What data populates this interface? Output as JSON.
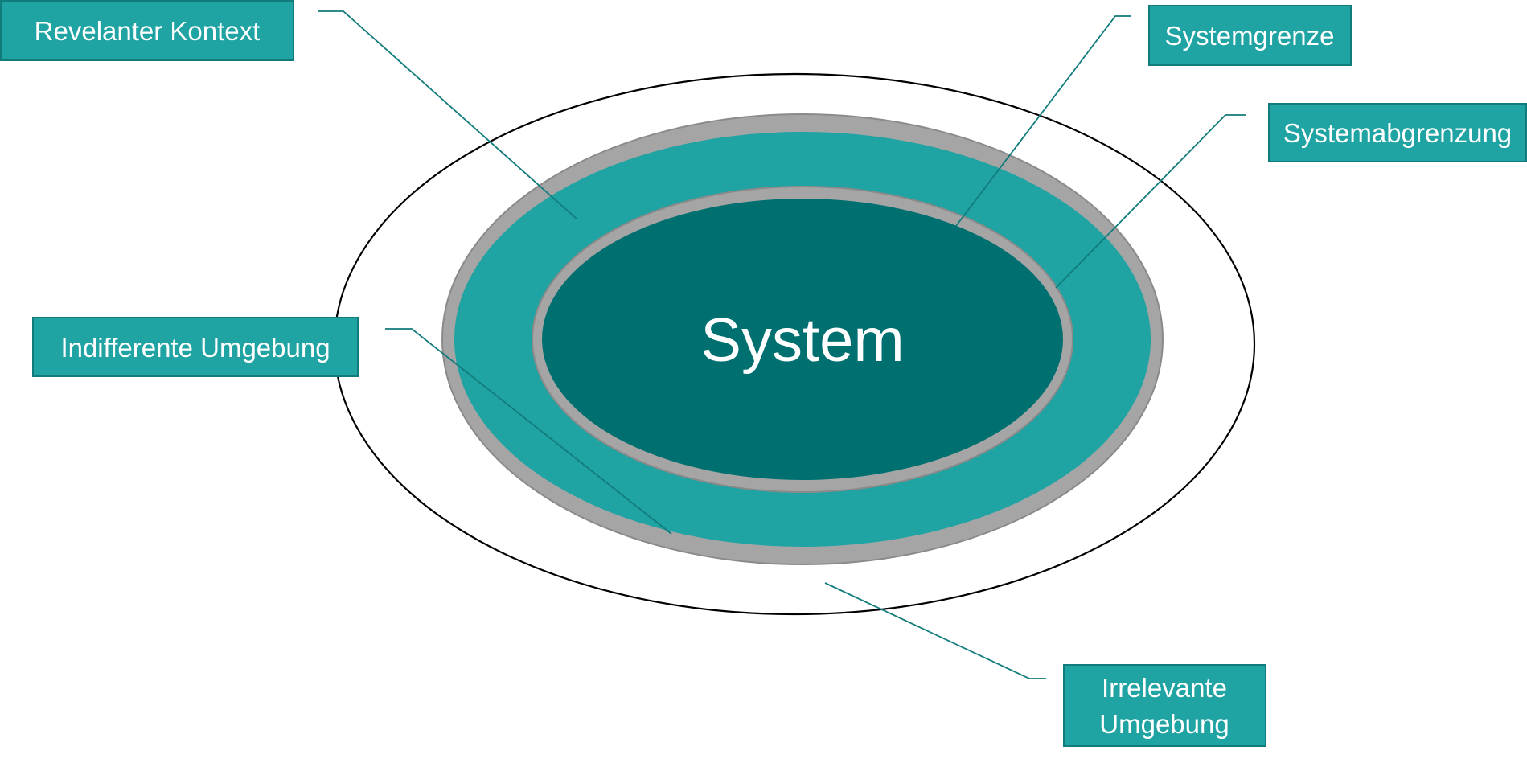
{
  "diagram": {
    "center_label": "System",
    "labels": {
      "relevant_context": "Revelanter Kontext",
      "system_boundary": "Systemgrenze",
      "system_delimitation": "Systemabgrenzung",
      "indifferent_environment": "Indifferente Umgebung",
      "irrelevant_environment_line1": "Irrelevante",
      "irrelevant_environment_line2": "Umgebung"
    }
  },
  "colors": {
    "label_box_fill": "#1fa3a3",
    "label_box_border": "#127b7b",
    "context_ring": "#1fa3a3",
    "system_core": "#006f6f",
    "boundary_gray": "#a5a5a5",
    "leader_line": "#127b7b",
    "outer_ellipse_stroke": "#000000"
  }
}
